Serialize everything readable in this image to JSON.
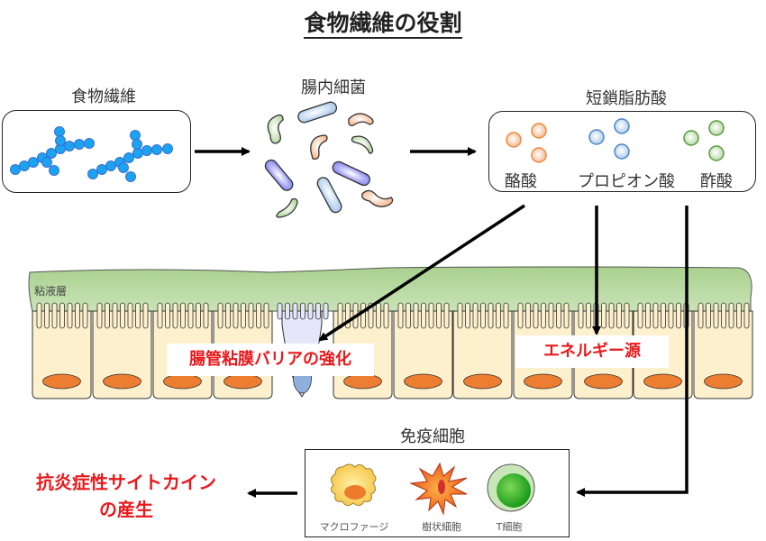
{
  "title": "食物繊維の役割",
  "dietary_fiber": {
    "label": "食物繊維",
    "icon": "fiber-molecule-chain",
    "color": "#1aa3f0"
  },
  "gut_bacteria": {
    "label": "腸内細菌",
    "icon": "bacteria-cluster"
  },
  "scfa": {
    "label": "短鎖脂肪酸",
    "acids": [
      {
        "name": "酪酸",
        "color": "#ee8a3c"
      },
      {
        "name": "プロピオン酸",
        "color": "#4a87c8"
      },
      {
        "name": "酢酸",
        "color": "#5c9a3f"
      }
    ]
  },
  "epithelium": {
    "mucus_label": "粘液層",
    "mucus_color": "#a9d18e",
    "cell_color": "#fdf0cc",
    "nucleus_color": "#ed7d31",
    "goblet_color": "#e6e6fa"
  },
  "effects": {
    "barrier": "腸管粘膜バリアの強化",
    "energy": "エネルギー源",
    "cytokine_line1": "抗炎症性サイトカイン",
    "cytokine_line2": "の産生",
    "color": "#e8191c"
  },
  "immune": {
    "label": "免疫細胞",
    "cells": [
      {
        "name": "マクロファージ",
        "icon": "macrophage"
      },
      {
        "name": "樹状細胞",
        "icon": "dendritic-cell"
      },
      {
        "name": "T細胞",
        "icon": "t-cell"
      }
    ]
  }
}
